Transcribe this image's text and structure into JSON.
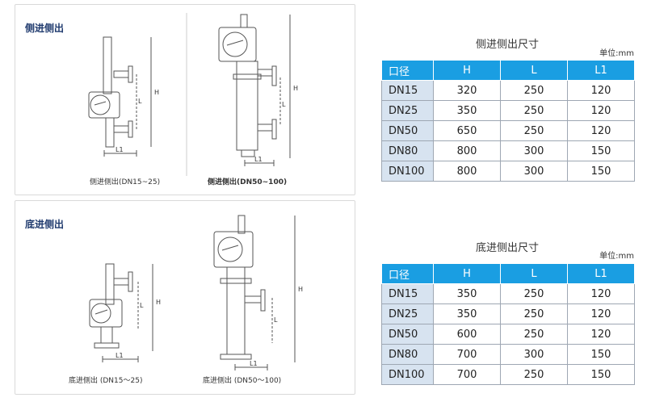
{
  "panels": {
    "side": {
      "title": "侧进侧出",
      "caption_left": "侧进侧出(DN15~25)",
      "caption_right": "侧进侧出(DN50~100)"
    },
    "bottom": {
      "title": "底进侧出",
      "caption_left": "底进侧出 (DN15～25)",
      "caption_right": "底进侧出 (DN50～100)"
    },
    "dimension_labels": {
      "h": "H",
      "l": "L",
      "l1": "L1"
    }
  },
  "tables": {
    "side": {
      "title": "侧进侧出尺寸",
      "unit": "单位:mm",
      "headers": [
        "口径",
        "H",
        "L",
        "L1"
      ],
      "rows": [
        [
          "DN15",
          "320",
          "250",
          "120"
        ],
        [
          "DN25",
          "350",
          "250",
          "120"
        ],
        [
          "DN50",
          "650",
          "250",
          "120"
        ],
        [
          "DN80",
          "800",
          "300",
          "150"
        ],
        [
          "DN100",
          "800",
          "300",
          "150"
        ]
      ]
    },
    "bottom": {
      "title": "底进侧出尺寸",
      "unit": "单位:mm",
      "headers": [
        "口径",
        "H",
        "L",
        "L1"
      ],
      "rows": [
        [
          "DN15",
          "350",
          "250",
          "120"
        ],
        [
          "DN25",
          "350",
          "250",
          "120"
        ],
        [
          "DN50",
          "600",
          "250",
          "120"
        ],
        [
          "DN80",
          "700",
          "300",
          "150"
        ],
        [
          "DN100",
          "700",
          "250",
          "150"
        ]
      ]
    }
  }
}
